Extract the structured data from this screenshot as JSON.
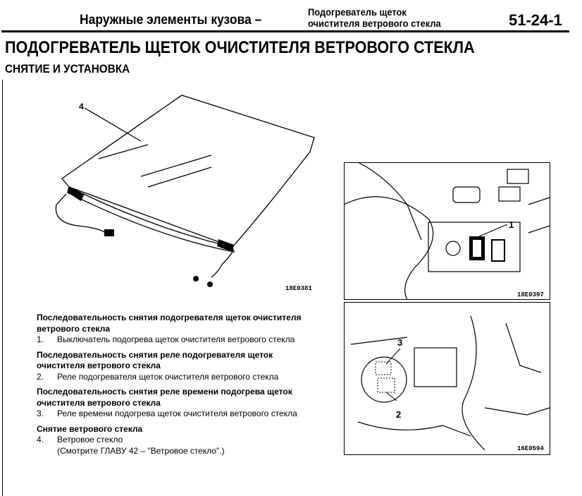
{
  "header": {
    "section": "Наружные элементы кузова –",
    "subsection_line1": "Подогреватель щеток",
    "subsection_line2": "очистителя ветрового стекла",
    "page_number": "51-24-1"
  },
  "title": "ПОДОГРЕВАТЕЛЬ ЩЕТОК ОЧИСТИТЕЛЯ ВЕТРОВОГО СТЕКЛА",
  "subtitle": "СНЯТИЕ И УСТАНОВКА",
  "figures": {
    "windshield": {
      "callout": "4",
      "code": "18E0381"
    },
    "switch": {
      "callout": "1",
      "code": "18E0397"
    },
    "relays": {
      "callout_a": "3",
      "callout_b": "2",
      "code": "16E0594"
    }
  },
  "procedures": [
    {
      "heading": "Последовательность снятия подогревателя щеток очистителя ветрового стекла",
      "items": [
        {
          "num": "1.",
          "text": "Выключатель подогрева щеток очистителя ветрового стекла"
        }
      ]
    },
    {
      "heading": "Последовательность снятия реле подогревателя щеток очистителя ветрового стекла",
      "items": [
        {
          "num": "2.",
          "text": "Реле подогревателя щеток очистителя ветрового стекла"
        }
      ]
    },
    {
      "heading": "Последовательность снятия реле времени подогрева щеток очистителя ветрового стекла",
      "items": [
        {
          "num": "3.",
          "text": "Реле времени подогрева щеток очистителя ветрового стекла"
        }
      ]
    },
    {
      "heading": "Снятие ветрового стекла",
      "items": [
        {
          "num": "4.",
          "text": "Ветровое стекло",
          "note": "(Смотрите ГЛАВУ 42 – \"Ветровое стекло\".)"
        }
      ]
    }
  ]
}
